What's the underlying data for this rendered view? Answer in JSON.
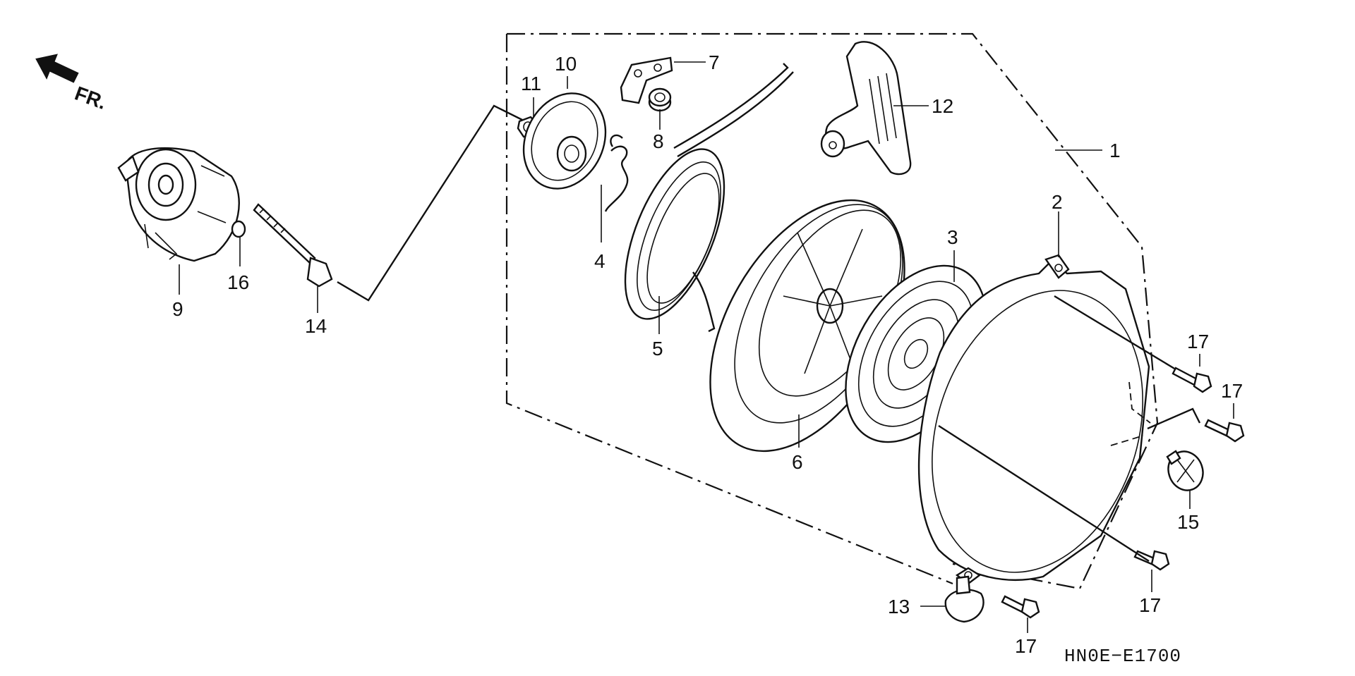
{
  "diagram": {
    "direction_label": "FR.",
    "code": "HN0E−E1700",
    "callouts": {
      "c1": "1",
      "c2": "2",
      "c3": "3",
      "c4": "4",
      "c5": "5",
      "c6": "6",
      "c7": "7",
      "c8": "8",
      "c9": "9",
      "c10": "10",
      "c11": "11",
      "c12": "12",
      "c13": "13",
      "c14": "14",
      "c15": "15",
      "c16": "16",
      "c17a": "17",
      "c17b": "17",
      "c17c": "17",
      "c17d": "17"
    }
  }
}
